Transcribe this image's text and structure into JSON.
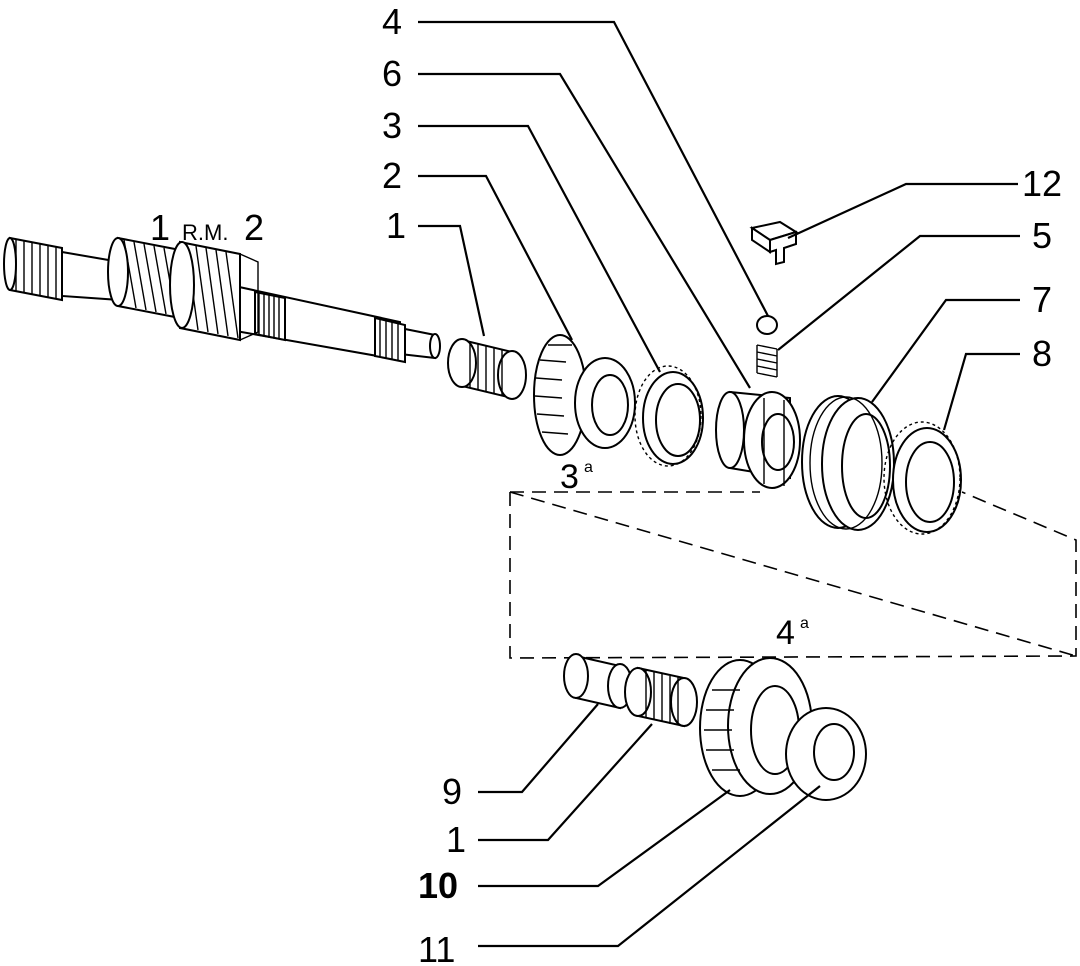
{
  "callouts": {
    "c4": "4",
    "c6": "6",
    "c3": "3",
    "c2": "2",
    "c1_top": "1",
    "c12": "12",
    "c5": "5",
    "c7": "7",
    "c8": "8",
    "c9": "9",
    "c1_bottom": "1",
    "c10": "10",
    "c11": "11"
  },
  "shaft_labels": {
    "first": "1",
    "reverse": "R.M.",
    "second": "2"
  },
  "gear_labels": {
    "third": "3",
    "third_sup": "a",
    "fourth": "4",
    "fourth_sup": "a"
  }
}
